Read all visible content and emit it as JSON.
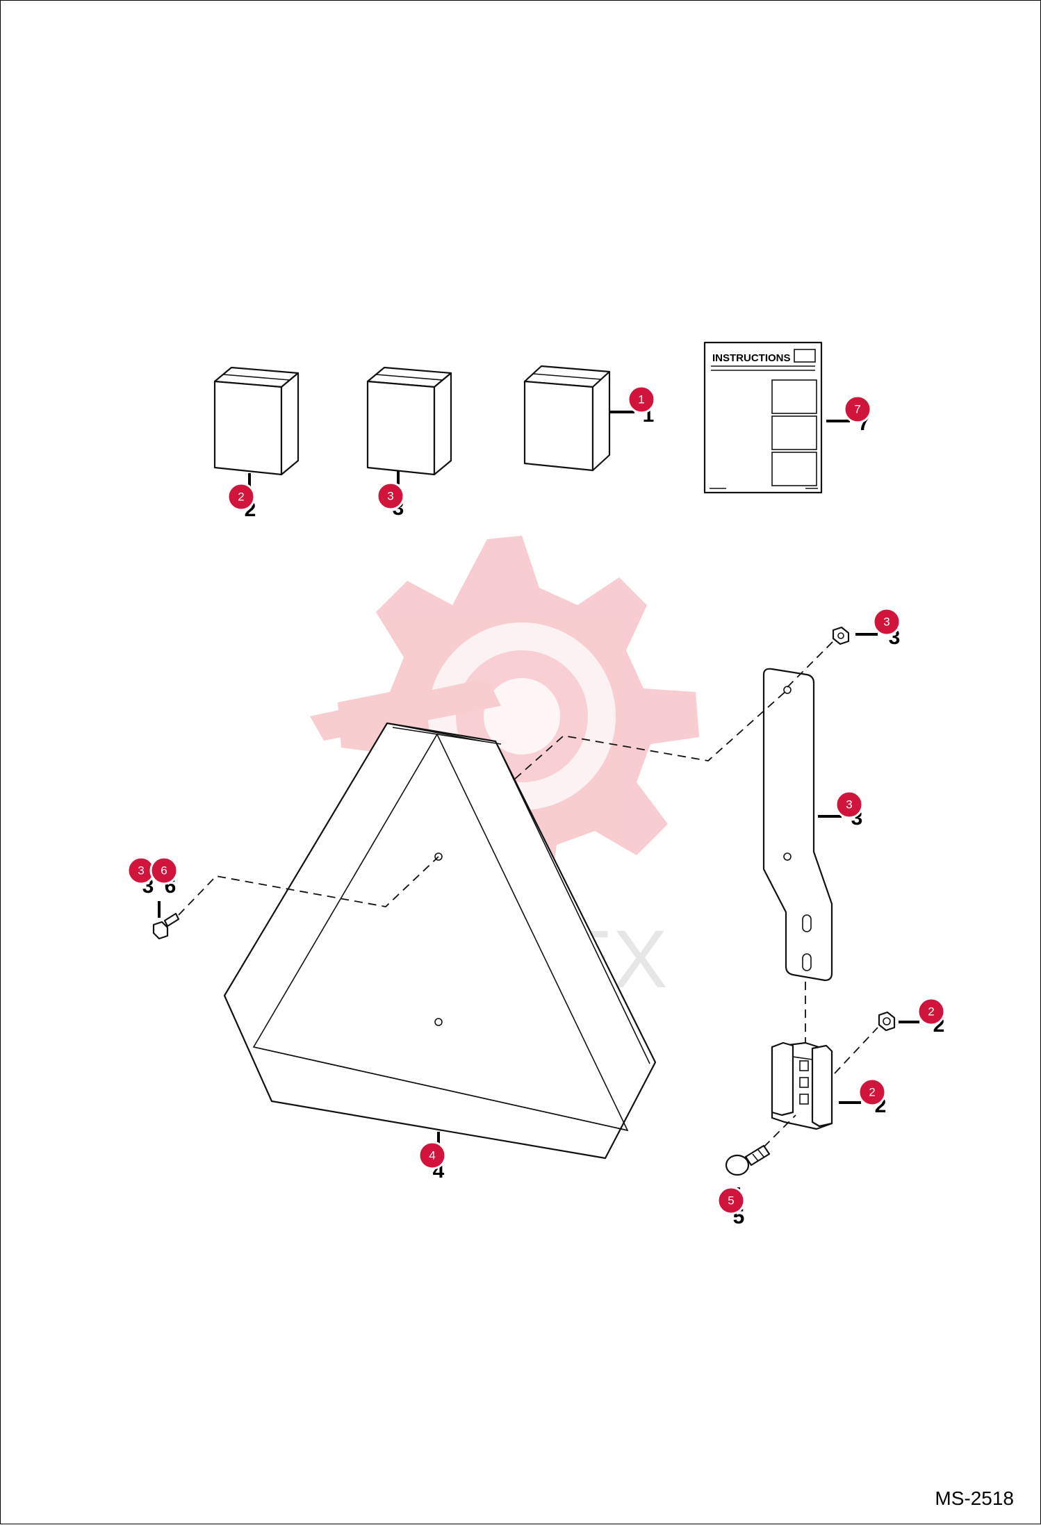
{
  "drawing_code": "MS-2518",
  "instruction_sheet": {
    "title": "INSTRUCTIONS"
  },
  "watermark": {
    "text": "ИНТЕХ",
    "color": "#f7c8cc"
  },
  "callout_color": "#d0143c",
  "callouts": [
    {
      "id": "c1",
      "label": "1"
    },
    {
      "id": "c2a",
      "label": "2"
    },
    {
      "id": "c3a",
      "label": "3"
    },
    {
      "id": "c7",
      "label": "7"
    },
    {
      "id": "c3b",
      "label": "3"
    },
    {
      "id": "c3c",
      "label": "3"
    },
    {
      "id": "c3d",
      "label": "3"
    },
    {
      "id": "c6",
      "label": "6"
    },
    {
      "id": "c4",
      "label": "4"
    },
    {
      "id": "c2b",
      "label": "2"
    },
    {
      "id": "c2c",
      "label": "2"
    },
    {
      "id": "c5",
      "label": "5"
    }
  ],
  "parts": [
    {
      "name": "bag-1"
    },
    {
      "name": "bag-2"
    },
    {
      "name": "bag-3"
    },
    {
      "name": "instruction-sheet"
    },
    {
      "name": "smv-emblem"
    },
    {
      "name": "mounting-bracket"
    },
    {
      "name": "mounting-socket"
    },
    {
      "name": "carriage-bolt"
    },
    {
      "name": "hex-nut"
    },
    {
      "name": "lock-nut"
    },
    {
      "name": "bolt"
    }
  ]
}
